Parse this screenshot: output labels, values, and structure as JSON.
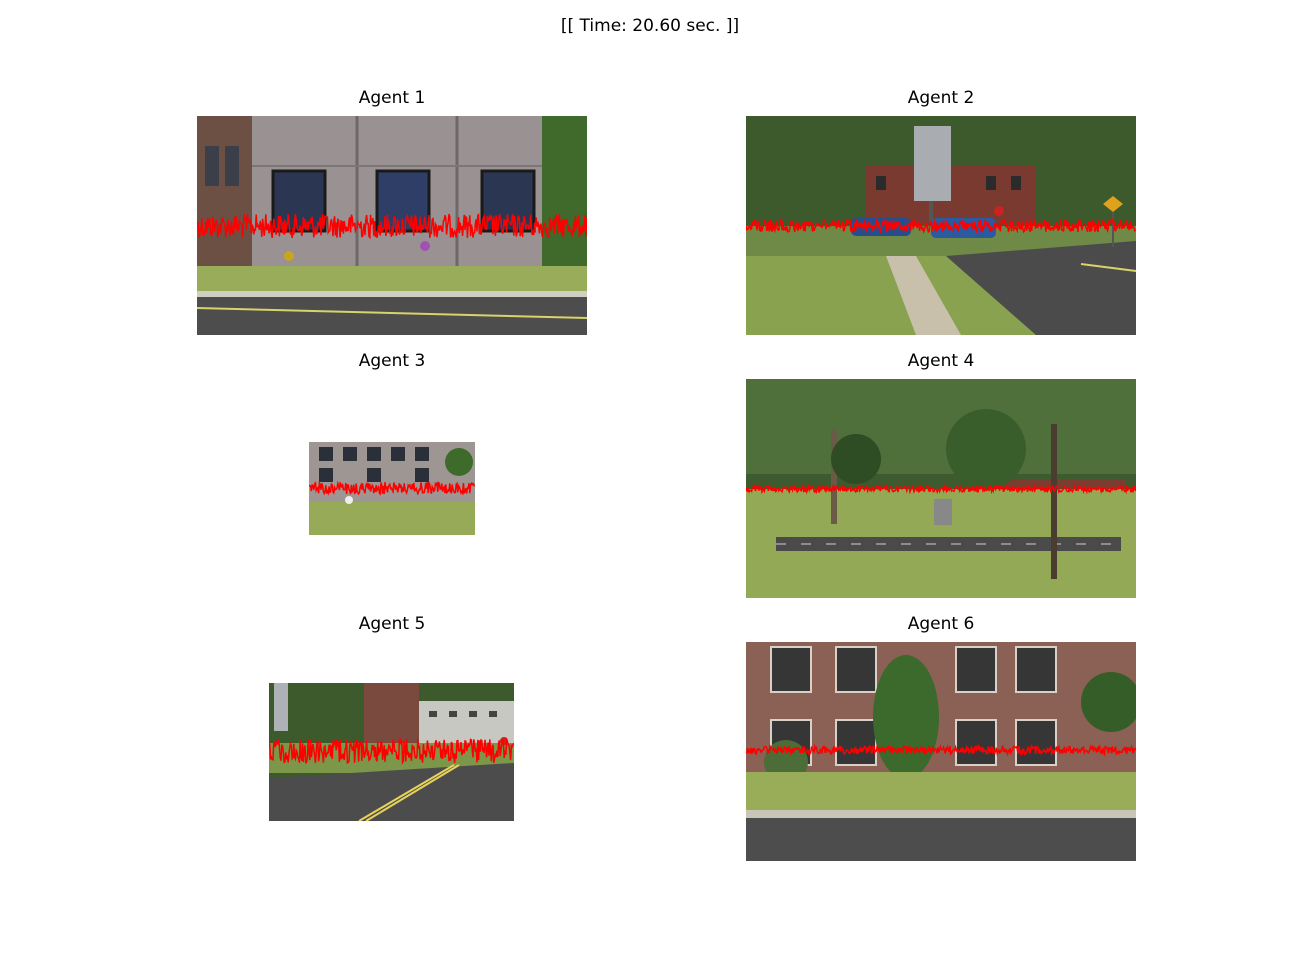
{
  "figure": {
    "suptitle": "[[ Time: 20.60 sec. ]]"
  },
  "agents": [
    {
      "title": "Agent 1",
      "scene": "apartment facade with windows, grass strip and road",
      "signal_color": "#ff0000"
    },
    {
      "title": "Agent 2",
      "scene": "street intersection with blue car, trees, sidewalk and crosswalk sign",
      "signal_color": "#ff0000"
    },
    {
      "title": "Agent 3",
      "scene": "building facade with lawn and trees",
      "signal_color": "#ff0000"
    },
    {
      "title": "Agent 4",
      "scene": "park with trees, grass and road",
      "signal_color": "#ff0000"
    },
    {
      "title": "Agent 5",
      "scene": "road with yellow center line, buildings and trees",
      "signal_color": "#ff0000"
    },
    {
      "title": "Agent 6",
      "scene": "brick building with windows, shrubs, lawn and road",
      "signal_color": "#ff0000"
    }
  ]
}
